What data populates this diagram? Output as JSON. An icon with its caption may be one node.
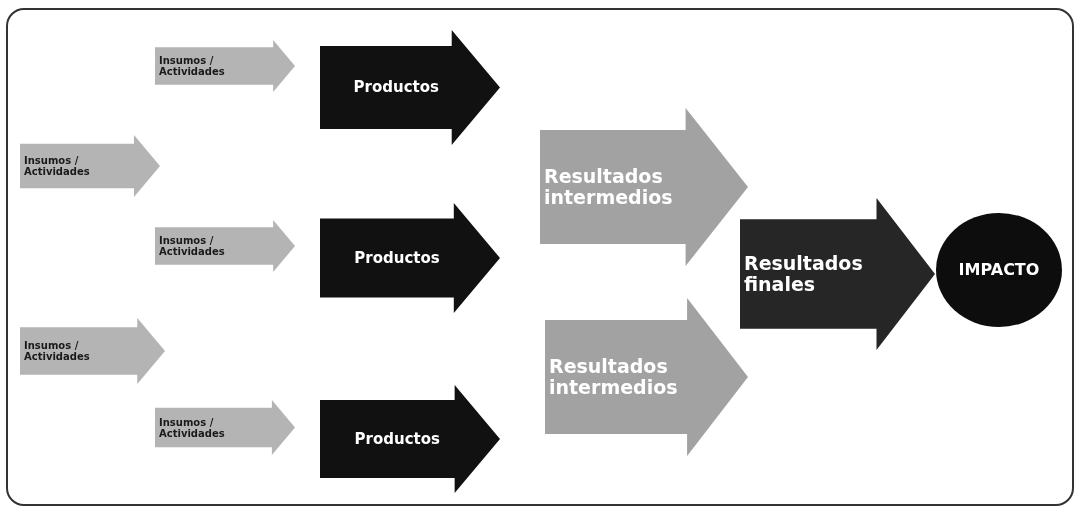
{
  "diagram": {
    "nodes": [
      {
        "text": [
          "Insumos / Actividades"
        ]
      },
      {
        "text": [
          "Productos"
        ]
      },
      {
        "text": [
          "Insumos / Actividades"
        ]
      },
      {
        "text": [
          "Resultados intermedios"
        ]
      },
      {
        "text": [
          "Insumos / Actividades"
        ]
      },
      {
        "text": [
          "Productos"
        ]
      },
      {
        "text": [
          "Resultados finales"
        ]
      },
      {
        "text": [
          "IMPACTO"
        ]
      },
      {
        "text": [
          "Insumos / Actividades"
        ]
      },
      {
        "text": [
          "Resultados intermedios"
        ]
      },
      {
        "text": [
          "Insumos / Actividades"
        ]
      },
      {
        "text": [
          "Productos"
        ]
      }
    ]
  }
}
